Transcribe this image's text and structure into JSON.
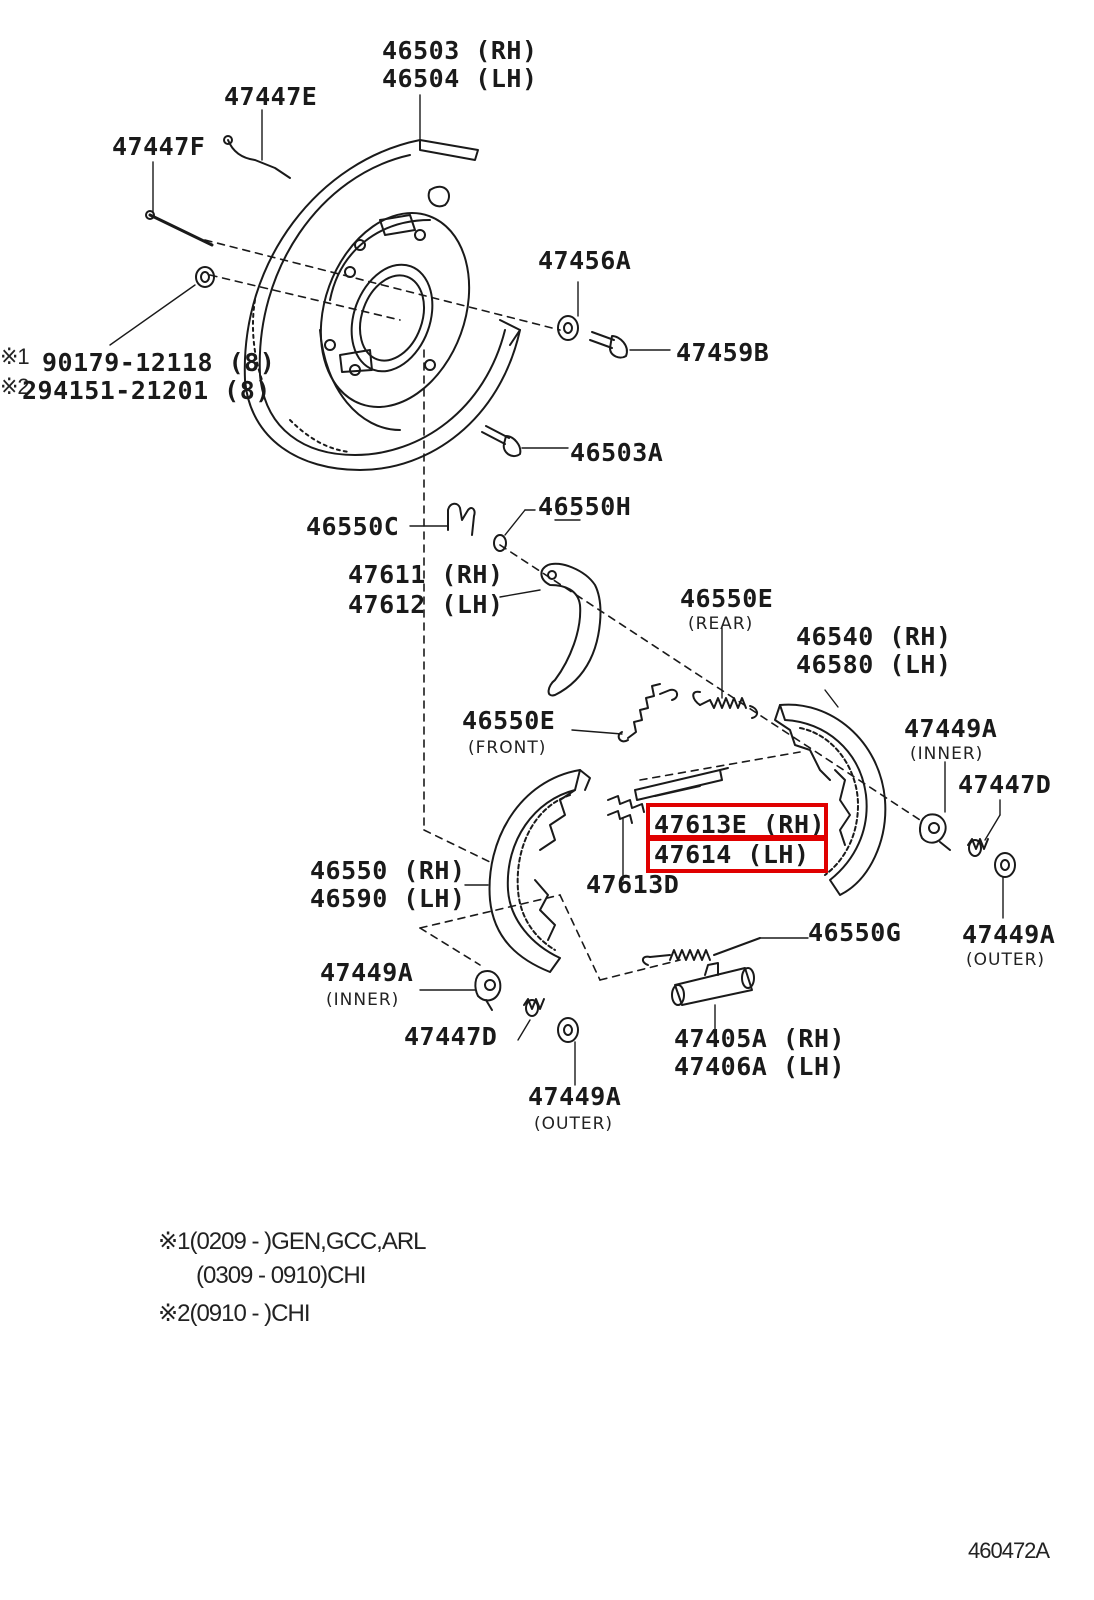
{
  "labels": {
    "p46503_rh": "46503 (RH)",
    "p46504_lh": "46504 (LH)",
    "p47447e": "47447E",
    "p47447f": "47447F",
    "p47456a": "47456A",
    "p47459b": "47459B",
    "p90179": "90179-12118 (8)",
    "p294151": "294151-21201 (8)",
    "p46503a": "46503A",
    "p46550c": "46550C",
    "p46550h": "46550H",
    "p47611_rh": "47611 (RH)",
    "p47612_lh": "47612 (LH)",
    "p46550e_rear": "46550E",
    "p46540_rh": "46540 (RH)",
    "p46580_lh": "46580 (LH)",
    "p46550e_front": "46550E",
    "p47449a_inner_r": "47449A",
    "p47447d_r": "47447D",
    "p47613e_rh": "47613E (RH)",
    "p47614_lh": "47614   (LH)",
    "p47613d": "47613D",
    "p46550_rh": "46550 (RH)",
    "p46590_lh": "46590 (LH)",
    "p46550g": "46550G",
    "p47449a_outer_r": "47449A",
    "p47449a_inner_l": "47449A",
    "p47447d_l": "47447D",
    "p47405a_rh": "47405A (RH)",
    "p47406a_lh": "47406A (LH)",
    "p47449a_outer_l": "47449A"
  },
  "sublabels": {
    "rear": "(REAR)",
    "front": "(FRONT)",
    "inner_r": "(INNER)",
    "outer_r": "(OUTER)",
    "inner_l": "(INNER)",
    "outer_l": "(OUTER)"
  },
  "marks": {
    "m1": "※1",
    "m2": "※2"
  },
  "notes": {
    "line1": "※1(0209 -    )GEN,GCC,ARL",
    "line2": "(0309 - 0910)CHI",
    "line3": "※2(0910 -    )CHI"
  },
  "diagram_id": "460472A",
  "highlight_color": "#e00000"
}
